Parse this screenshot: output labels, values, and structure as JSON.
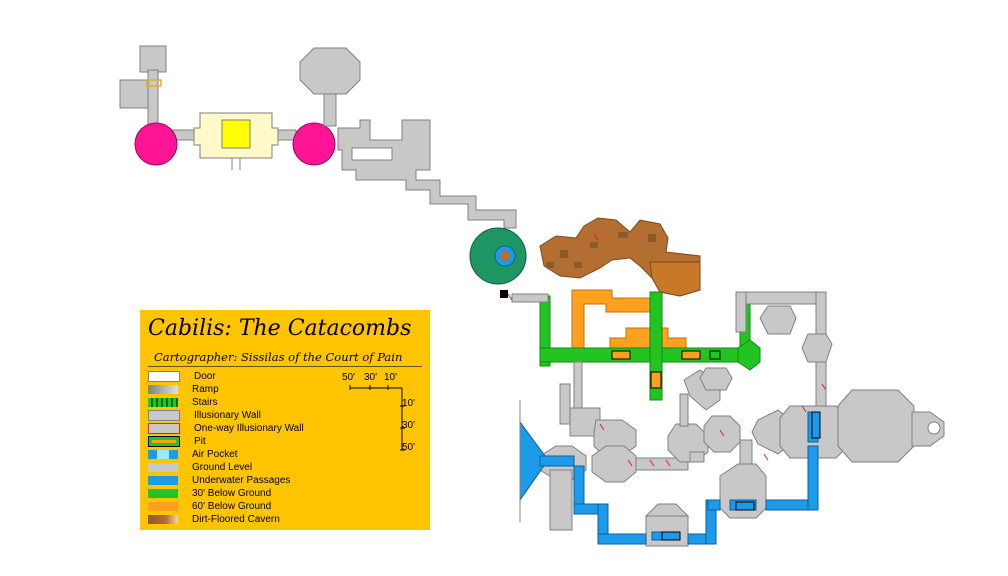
{
  "title": "Cabilis: The Catacombs",
  "cartographer": "Cartographer: Sissilas of the Court of Pain",
  "legend": [
    {
      "label": "Door",
      "swatch": "door"
    },
    {
      "label": "Ramp",
      "swatch": "ramp"
    },
    {
      "label": "Stairs",
      "swatch": "stairs"
    },
    {
      "label": "Illusionary Wall",
      "swatch": "illusionary"
    },
    {
      "label": "One-way Illusionary Wall",
      "swatch": "oneway"
    },
    {
      "label": "Pit",
      "swatch": "pit"
    },
    {
      "label": "Air Pocket",
      "swatch": "air"
    },
    {
      "label": "Ground Level",
      "swatch": "ground"
    },
    {
      "label": "Underwater Passages",
      "swatch": "underwater"
    },
    {
      "label": "30' Below Ground",
      "swatch": "below30"
    },
    {
      "label": "60' Below Ground",
      "swatch": "below60"
    },
    {
      "label": "Dirt-Floored Cavern",
      "swatch": "dirt"
    }
  ],
  "scale": {
    "x_labels": [
      "50'",
      "30'",
      "10'"
    ],
    "y_labels": [
      "10'",
      "30'",
      "50'"
    ]
  },
  "colors": {
    "ground": "#c8c8c8",
    "wall": "#808080",
    "below30": "#22c422",
    "below60": "#ffa01e",
    "underwater": "#1e9be8",
    "dirt": "#b46e32",
    "dirt_dark": "#8c5a28",
    "magenta": "#ff1493",
    "pale": "#fff8c8",
    "yellow": "#ffff00",
    "teal": "#1e9664",
    "legend_bg": "#ffc400"
  }
}
